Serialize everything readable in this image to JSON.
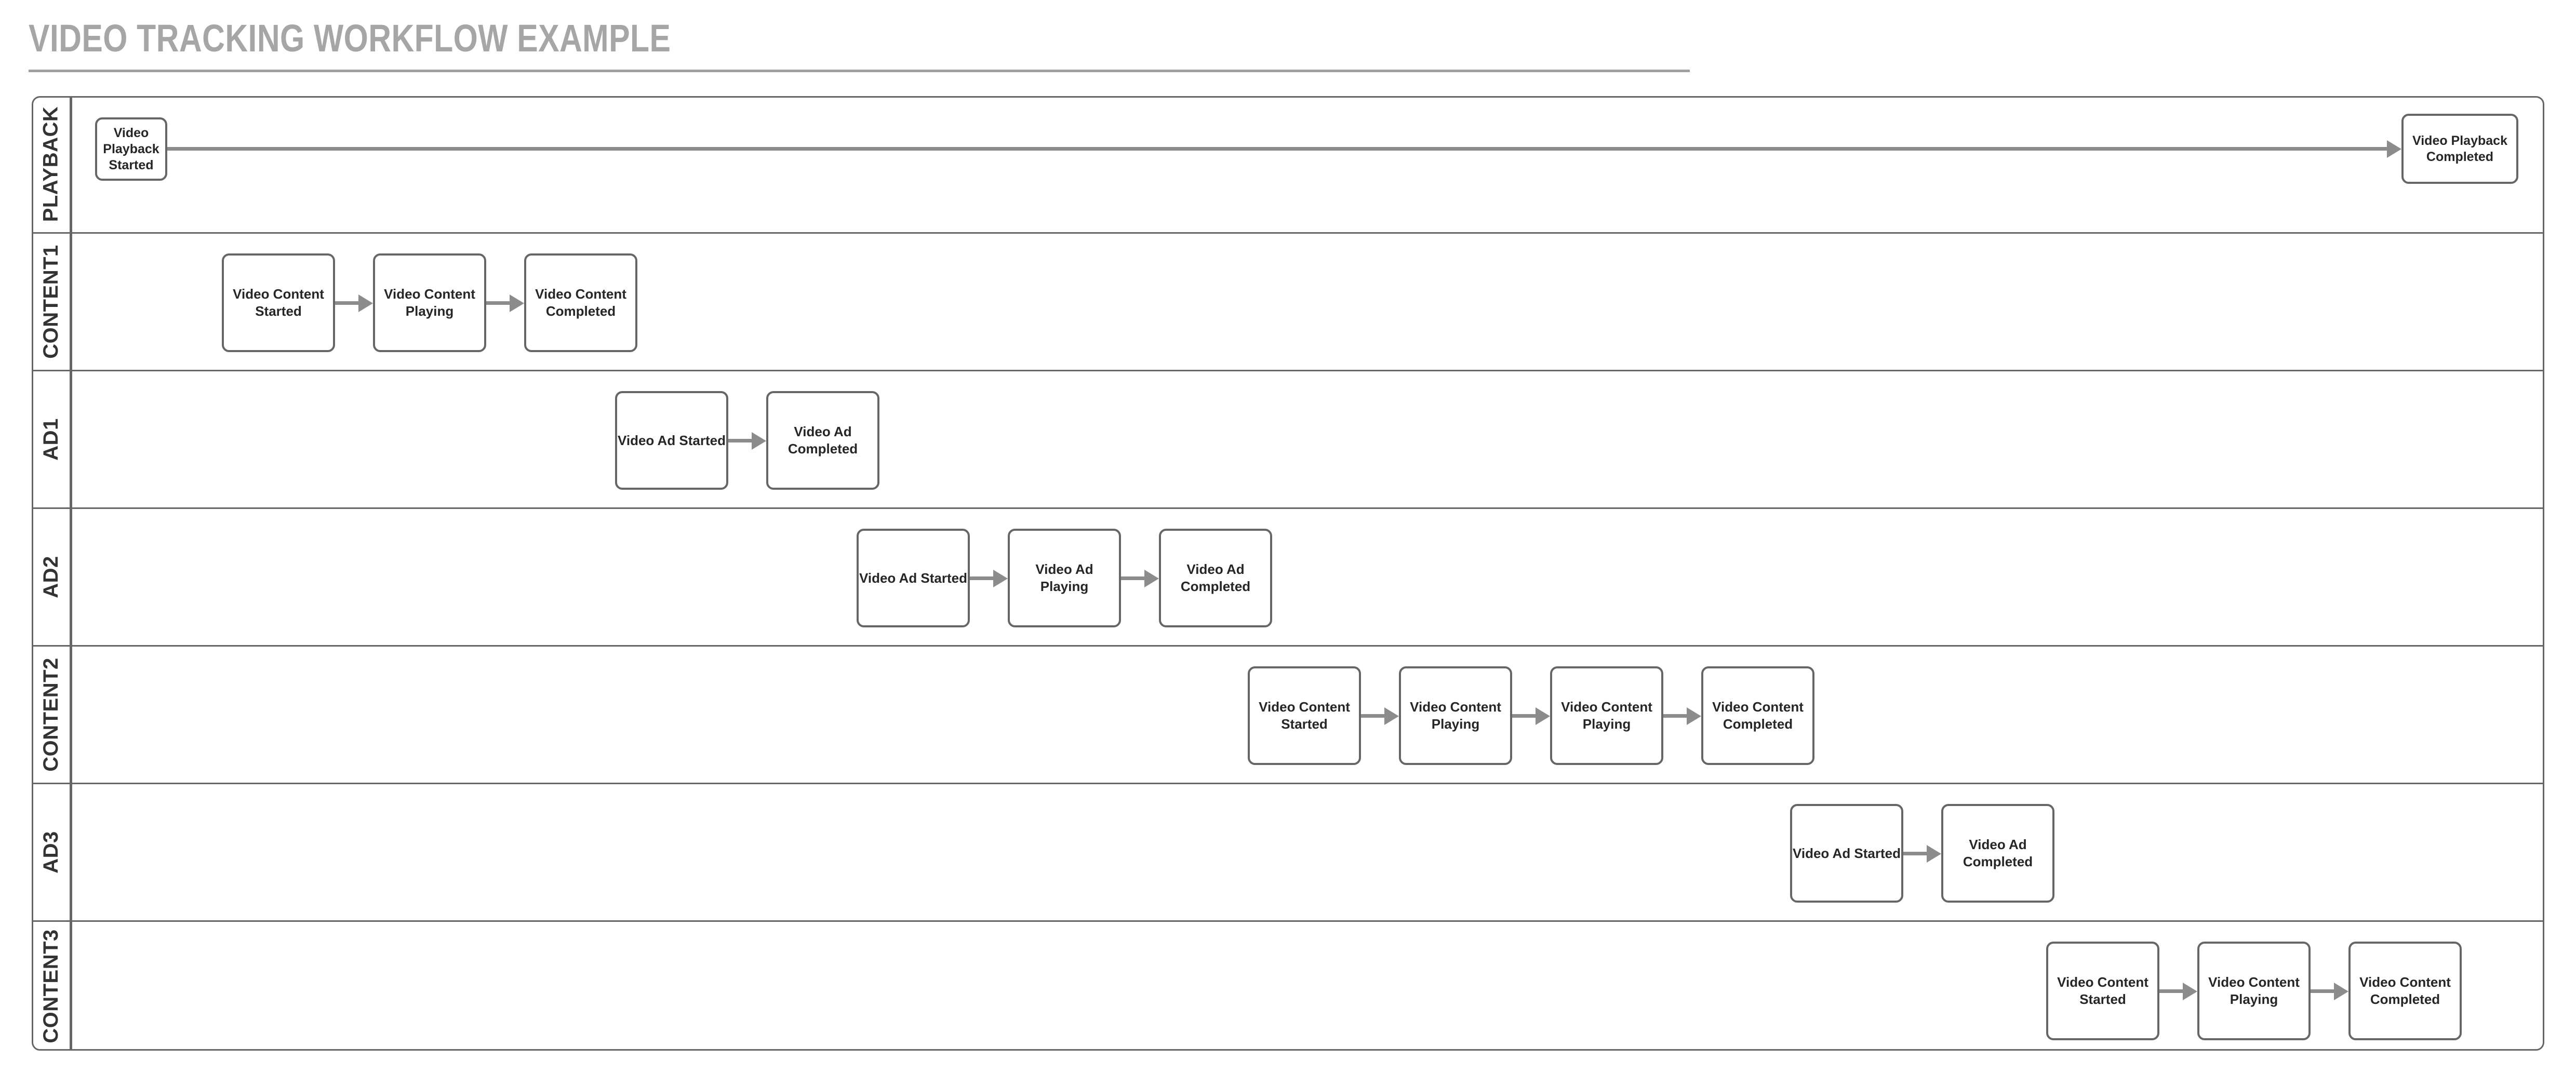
{
  "title": "VIDEO TRACKING WORKFLOW EXAMPLE",
  "colors": {
    "title": "#a6a6a6",
    "lane_border": "#666666",
    "node_border": "#666666",
    "node_text": "#262626",
    "arrow": "#8c8c8c",
    "background": "#ffffff"
  },
  "lanes": [
    {
      "label": "PLAYBACK",
      "nodes": [
        {
          "text": "Video Playback\nStarted"
        },
        {
          "text": "Video Playback\nCompleted"
        }
      ]
    },
    {
      "label": "CONTENT1",
      "nodes": [
        {
          "text": "Video Content\nStarted"
        },
        {
          "text": "Video Content\nPlaying"
        },
        {
          "text": "Video Content\nCompleted"
        }
      ]
    },
    {
      "label": "AD1",
      "nodes": [
        {
          "text": "Video Ad Started"
        },
        {
          "text": "Video Ad\nCompleted"
        }
      ]
    },
    {
      "label": "AD2",
      "nodes": [
        {
          "text": "Video Ad Started"
        },
        {
          "text": "Video Ad Playing"
        },
        {
          "text": "Video Ad\nCompleted"
        }
      ]
    },
    {
      "label": "CONTENT2",
      "nodes": [
        {
          "text": "Video Content\nStarted"
        },
        {
          "text": "Video Content\nPlaying"
        },
        {
          "text": "Video Content\nPlaying"
        },
        {
          "text": "Video Content\nCompleted"
        }
      ]
    },
    {
      "label": "AD3",
      "nodes": [
        {
          "text": "Video Ad Started"
        },
        {
          "text": "Video Ad\nCompleted"
        }
      ]
    },
    {
      "label": "CONTENT3",
      "nodes": [
        {
          "text": "Video Content\nStarted"
        },
        {
          "text": "Video Content\nPlaying"
        },
        {
          "text": "Video Content\nCompleted"
        }
      ]
    }
  ]
}
